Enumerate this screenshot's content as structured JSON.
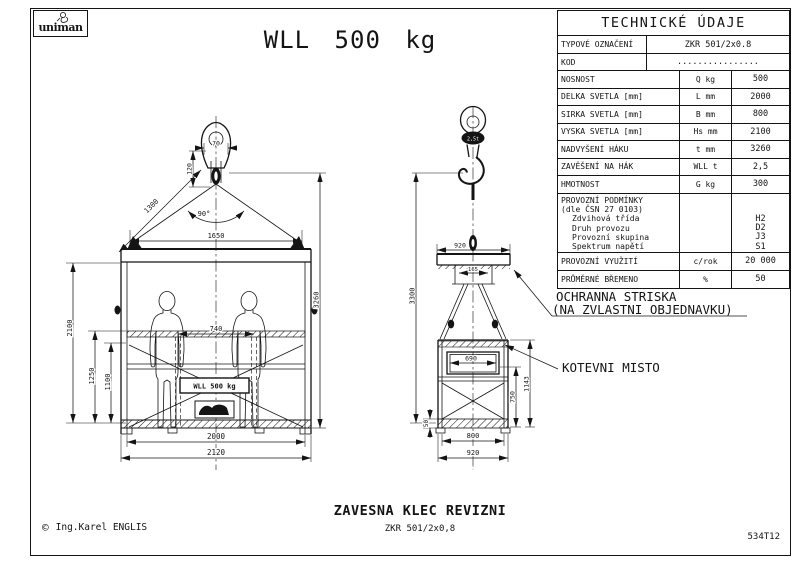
{
  "logo": {
    "name": "uniman"
  },
  "drawing_title": "WLL 500 kg",
  "table": {
    "title": "TECHNICKÉ ÚDAJE",
    "type_row": {
      "label": "TYPOVÉ OZNAČENÍ",
      "value": "ZKR 501/2x0.8"
    },
    "code_row": {
      "label": "KOD",
      "value": "................"
    },
    "rows": [
      {
        "label": "NOSNOST",
        "unit": "Q kg",
        "value": "500"
      },
      {
        "label": "DELKA SVETLA [mm]",
        "unit": "L mm",
        "value": "2000"
      },
      {
        "label": "SIRKA SVETLA [mm]",
        "unit": "B mm",
        "value": "800"
      },
      {
        "label": "VYSKA SVETLA [mm]",
        "unit": "Hs mm",
        "value": "2100"
      },
      {
        "label": "NADVYŠENÍ  HÁKU",
        "unit": "t mm",
        "value": "3260"
      },
      {
        "label": "ZAVĚŠENÍ NA HÁK",
        "unit": "WLL t",
        "value": "2,5"
      },
      {
        "label": "HMOTNOST",
        "unit": "G kg",
        "value": "300"
      }
    ],
    "conditions": {
      "line1": "PROVOZNÍ PODMÍNKY",
      "line2": "(dle ČSN 27 0103)",
      "items": [
        {
          "label": "Zdvihová třída",
          "value": "H2"
        },
        {
          "label": "Druh provozu",
          "value": "D2"
        },
        {
          "label": "Provozní skupina",
          "value": "J3"
        },
        {
          "label": "Spektrum napětí",
          "value": "S1"
        }
      ]
    },
    "usage_row": {
      "label": "PROVOZNÍ VYUŽITÍ",
      "unit": "c/rok",
      "value": "20 000"
    },
    "load_row": {
      "label": "PRŮMĚRNÉ BŘEMENO",
      "unit": "%",
      "value": "50"
    }
  },
  "front_view": {
    "plate_label": "WLL 500 kg",
    "dims": {
      "d70": "70",
      "d120": "120",
      "d1300": "1300",
      "a90": "90°",
      "d1650": "1650",
      "d3260": "3260",
      "d2100": "2100",
      "d1250": "1250",
      "d1100": "1100",
      "d740": "740",
      "d2000": "2000",
      "d2120": "2120"
    }
  },
  "side_view": {
    "hook_mark": "2,5t",
    "dims": {
      "d920top": "920",
      "d165": "165",
      "d3300": "3300",
      "d690": "690",
      "d750": "750",
      "d1143": "1143",
      "d50": "50",
      "d800": "800",
      "d920bot": "920"
    }
  },
  "callouts": {
    "roof1": "OCHRANNA STRISKA",
    "roof2": "(NA ZVLASTNI OBJEDNAVKU)",
    "anchor": "KOTEVNI MISTO"
  },
  "footer": {
    "title": "ZAVESNA KLEC REVIZNI",
    "subtitle": "ZKR 501/2x0,8",
    "copyright_symbol": "©",
    "author": "Ing.Karel ENGLIS",
    "sheet_code": "534T12"
  }
}
